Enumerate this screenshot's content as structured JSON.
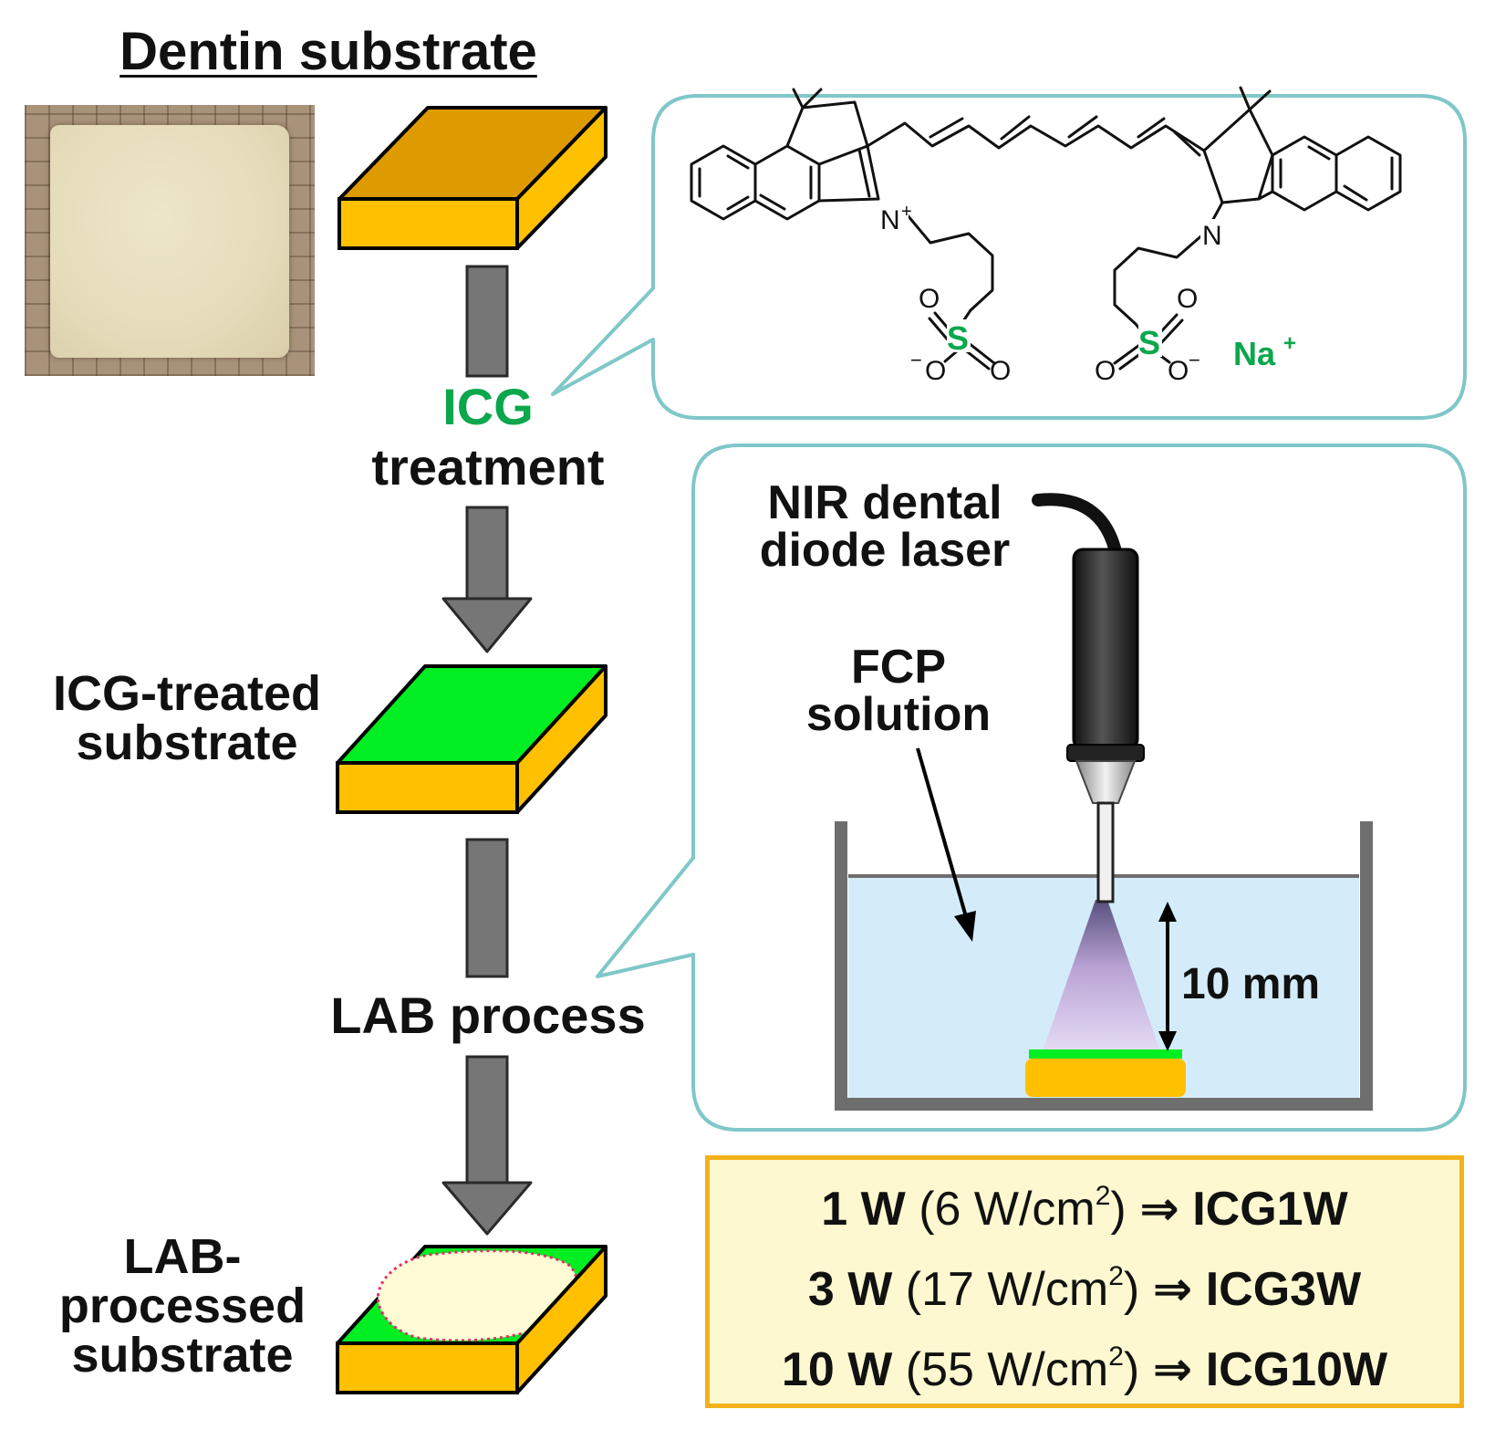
{
  "title": "Dentin substrate",
  "flow": {
    "step1_highlight": "ICG",
    "step1_label": "treatment",
    "intermediate_label": "ICG-treated\nsubstrate",
    "step2_label": "LAB process",
    "final_label": "LAB-\nprocessed\nsubstrate"
  },
  "molecule": {
    "n_plus": "N",
    "plus": "+",
    "n": "N",
    "s": "S",
    "o": "O",
    "minus": "−",
    "counterion": "Na",
    "counterion_charge": "+"
  },
  "setup": {
    "laser_label": "NIR dental\ndiode laser",
    "solution_label": "FCP\nsolution",
    "distance_label": "10 mm"
  },
  "results": [
    {
      "power": "1 W",
      "density_open": "(6 W/cm",
      "density_exp": "2",
      "density_close": ")",
      "arrow": "⇒",
      "sample": "ICG1W"
    },
    {
      "power": "3 W",
      "density_open": "(17 W/cm",
      "density_exp": "2",
      "density_close": ")",
      "arrow": "⇒",
      "sample": "ICG3W"
    },
    {
      "power": "10 W",
      "density_open": "(55 W/cm",
      "density_exp": "2",
      "density_close": ")",
      "arrow": "⇒",
      "sample": "ICG10W"
    }
  ],
  "colors": {
    "substrate_side": "#ffc000",
    "substrate_top_initial": "#de9b00",
    "icg_green": "#00ee22",
    "icg_text_green": "#0aa74c",
    "callout_border": "#7fc7c9",
    "arrow_gray": "#767676",
    "water": "#d4ecf9",
    "results_border": "#f3b21b",
    "results_fill": "#fdf8cf"
  }
}
